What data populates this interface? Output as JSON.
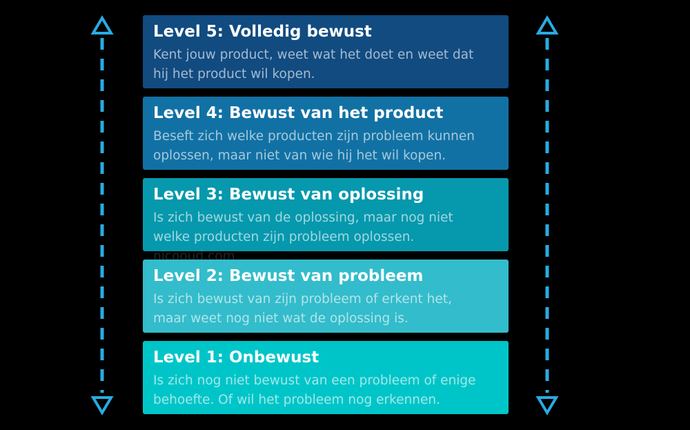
{
  "page": {
    "background_color": "#000000",
    "arrow_color": "#29abe2",
    "description": "Awareness levels diagram (Dutch), 5 stacked levels with vertical double-headed dashed arrows on both sides"
  },
  "levels": [
    {
      "title": "Level 5: Volledig bewust",
      "body": "Kent jouw product, weet wat het doet en weet dat hij het product wil kopen.",
      "color": "#114b80"
    },
    {
      "title": "Level 4: Bewust van het product",
      "body": "Beseft zich welke producten zijn probleem kunnen oplossen, maar niet van wie hij het wil kopen.",
      "color": "#1271a4"
    },
    {
      "title": "Level 3: Bewust van oplossing",
      "body": "Is zich bewust van de oplossing, maar nog niet welke producten zijn probleem oplossen.",
      "watermark": "nicooud.com",
      "color": "#0698ad"
    },
    {
      "title": "Level 2: Bewust van probleem",
      "body": "Is zich bewust van zijn probleem of erkent het, maar weet nog niet wat de oplossing is.",
      "color": "#33bccb"
    },
    {
      "title": "Level 1: Onbewust",
      "body": "Is zich nog niet bewust van een probleem of enige behoefte. Of wil het probleem nog erkennen.",
      "color": "#00c5c8"
    }
  ]
}
